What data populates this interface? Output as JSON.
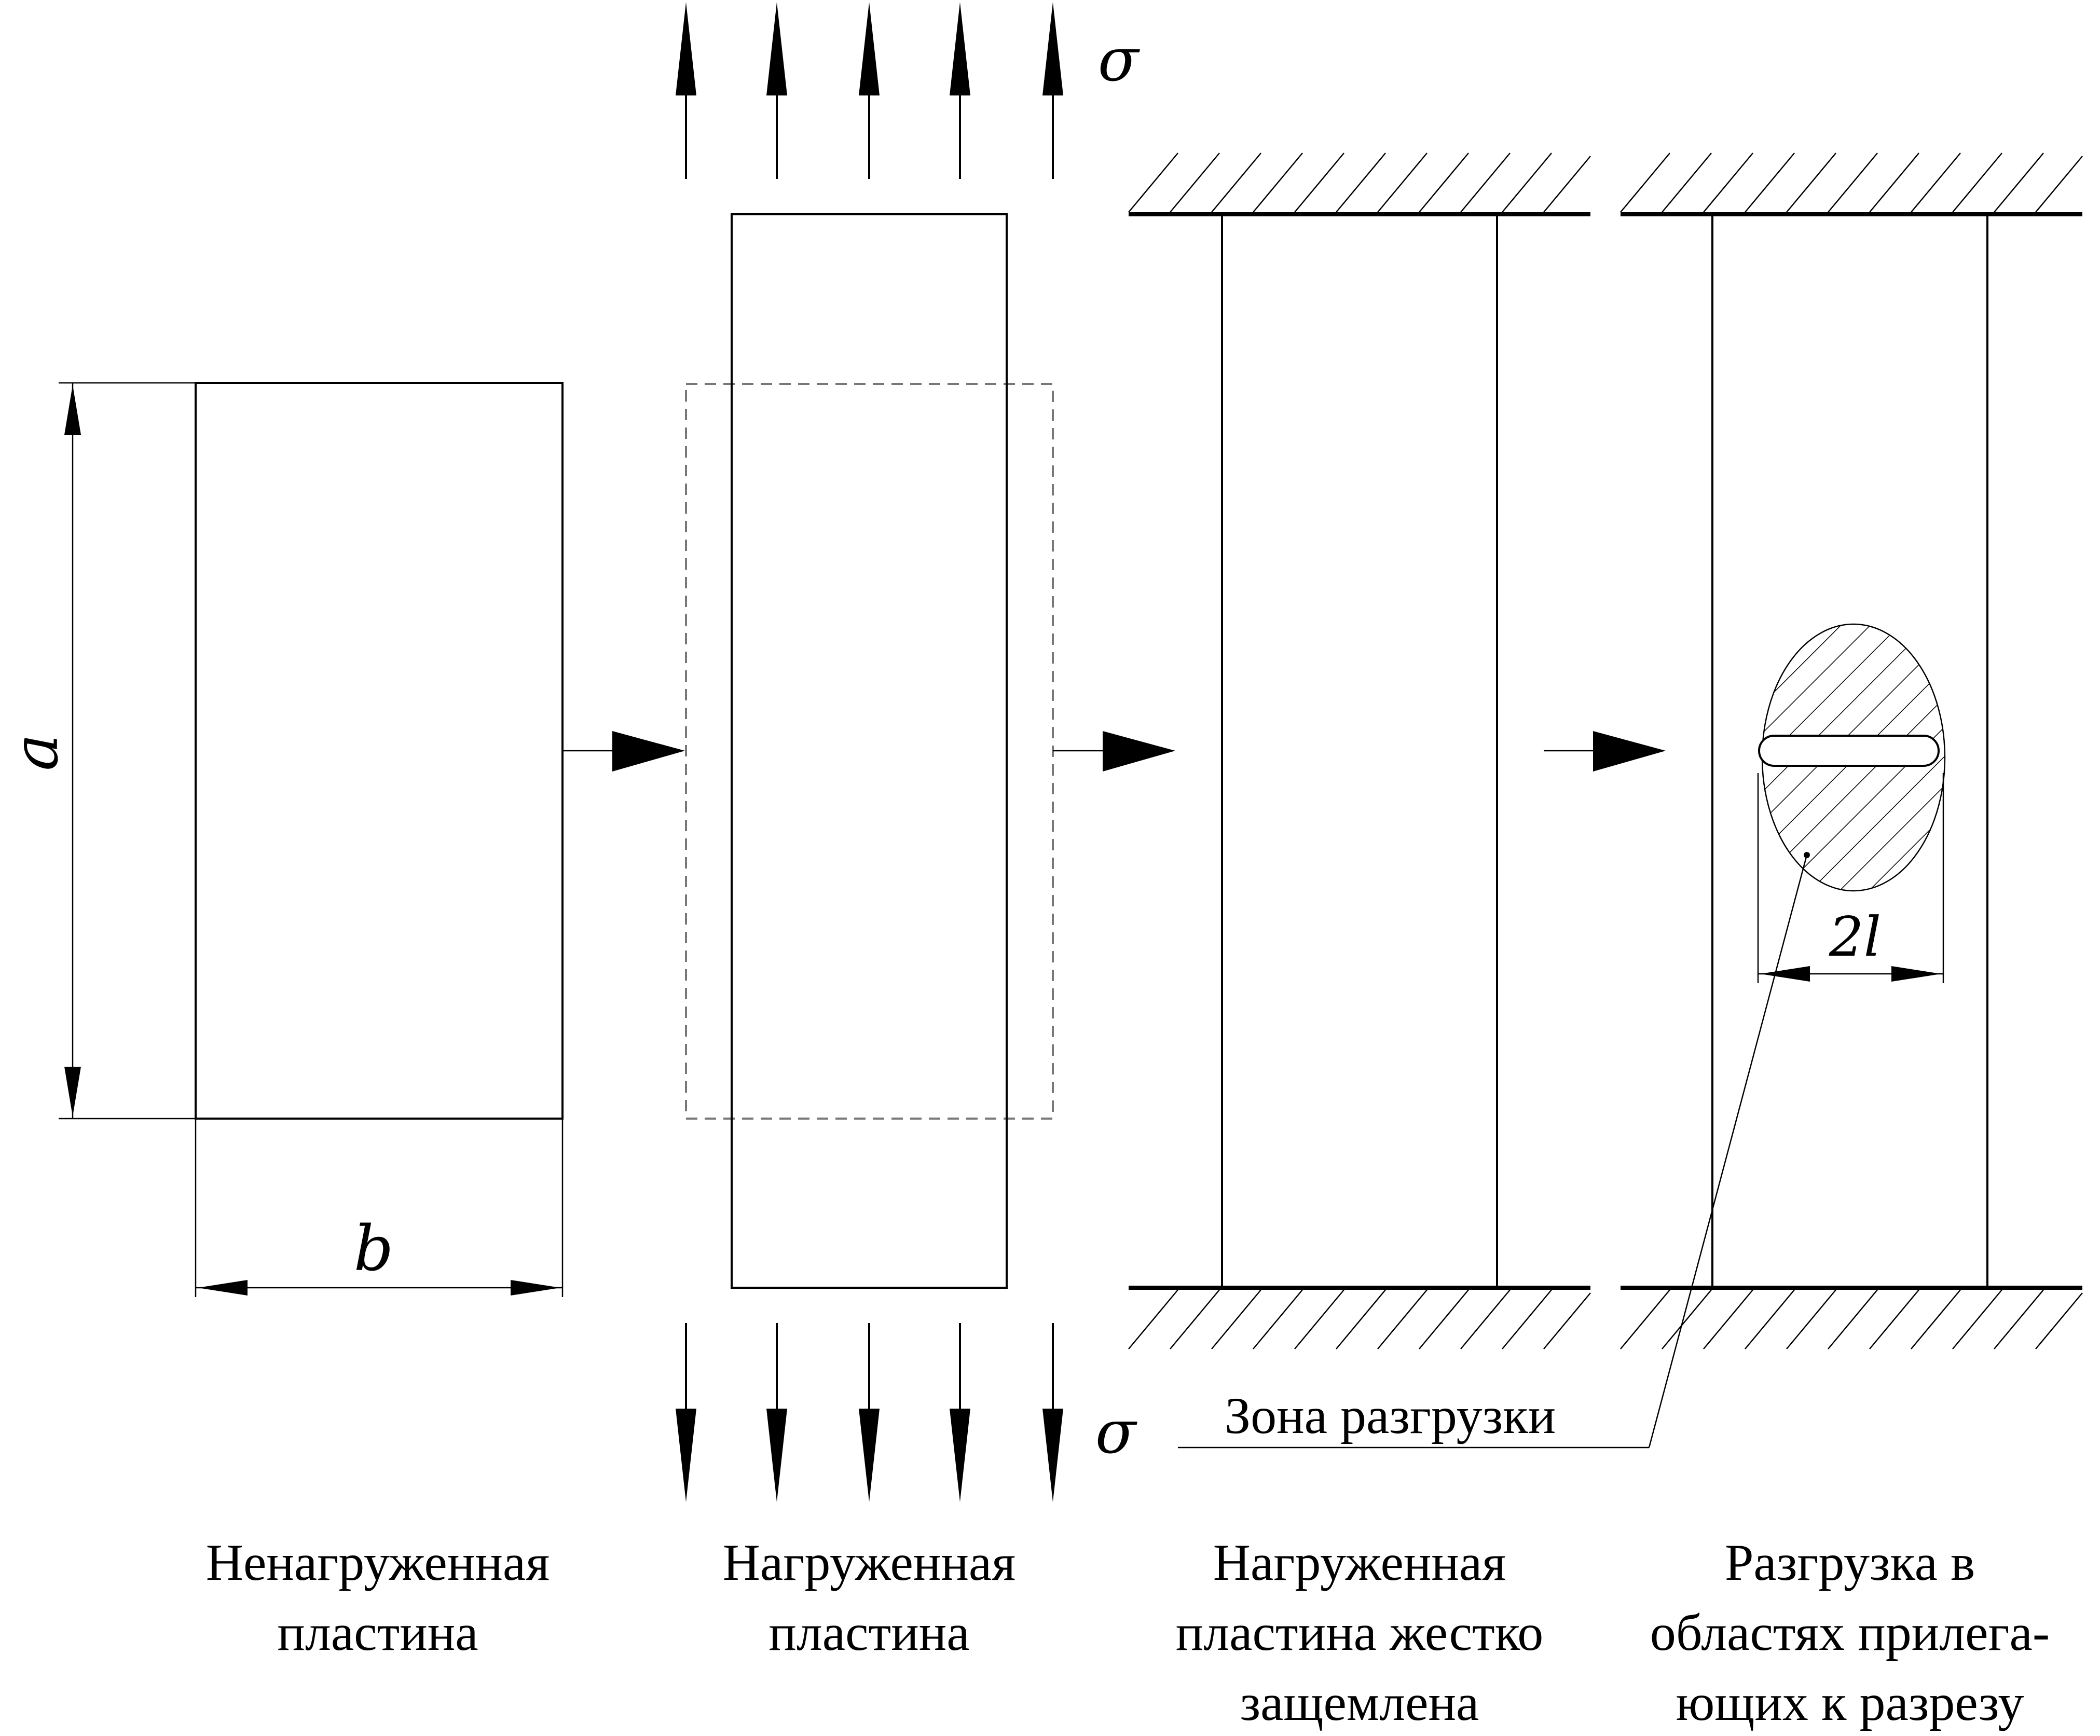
{
  "symbols": {
    "sigma_top": "σ",
    "sigma_bottom": "σ",
    "dim_a": "a",
    "dim_b": "b",
    "dim_2l": "2l"
  },
  "callout": {
    "label": "Зона разгрузки"
  },
  "captions": {
    "unloaded": [
      "Ненагруженная",
      "пластина"
    ],
    "loaded": [
      "Нагруженная",
      "пластина"
    ],
    "clamped": [
      "Нагруженная",
      "пластина жестко",
      "защемлена"
    ],
    "relief": [
      "Разгрузка в",
      "областях прилега-",
      "ющих к разрезу"
    ]
  }
}
